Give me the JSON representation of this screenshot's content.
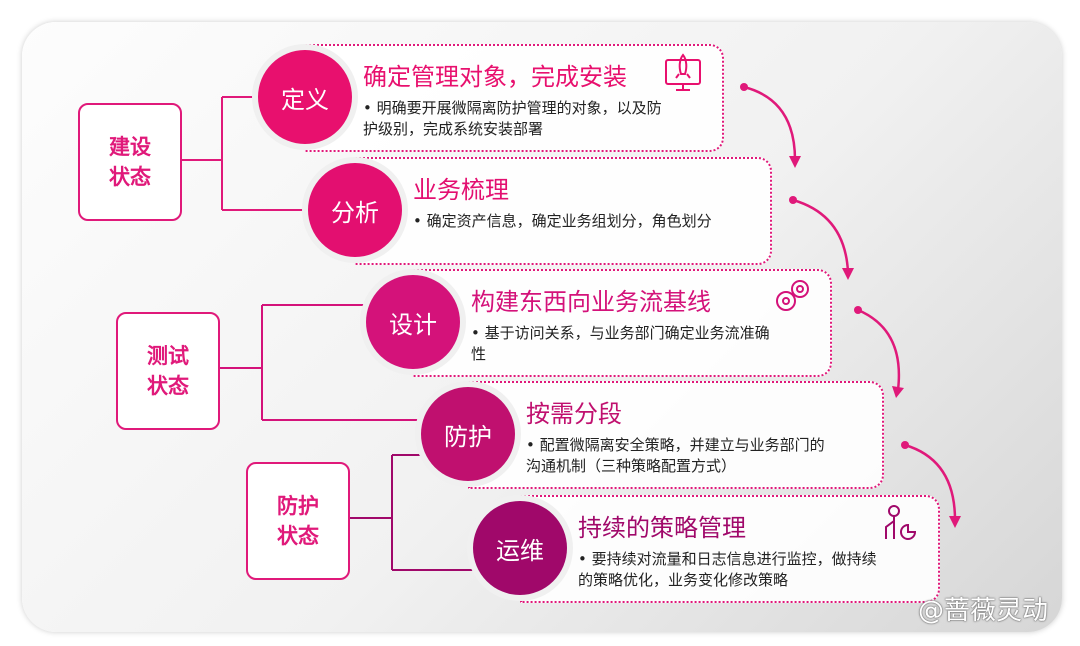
{
  "states": [
    {
      "label": "建设状态"
    },
    {
      "label": "测试状态"
    },
    {
      "label": "防护状态"
    }
  ],
  "steps": [
    {
      "circle": "定义",
      "title": "确定管理对象，完成安装",
      "desc": "明确要开展微隔离防护管理的对象，以及防护级别，完成系统安装部署",
      "icon": "rocket-monitor-icon",
      "color": "#e8106e"
    },
    {
      "circle": "分析",
      "title": "业务梳理",
      "desc": "确定资产信息，确定业务组划分，角色划分",
      "icon": "",
      "color": "#e30f70"
    },
    {
      "circle": "设计",
      "title": "构建东西向业务流基线",
      "desc": "基于访问关系，与业务部门确定业务流准确性",
      "icon": "gears-icon",
      "color": "#d4127a"
    },
    {
      "circle": "防护",
      "title": "按需分段",
      "desc": "配置微隔离安全策略，并建立与业务部门的沟通机制（三种策略配置方式）",
      "icon": "",
      "color": "#c0106f"
    },
    {
      "circle": "运维",
      "title": "持续的策略管理",
      "desc": "要持续对流量和日志信息进行监控，做持续的策略优化，业务变化修改策略",
      "icon": "person-chart-icon",
      "color": "#a0086a"
    }
  ],
  "watermark": "@蔷薇灵动"
}
